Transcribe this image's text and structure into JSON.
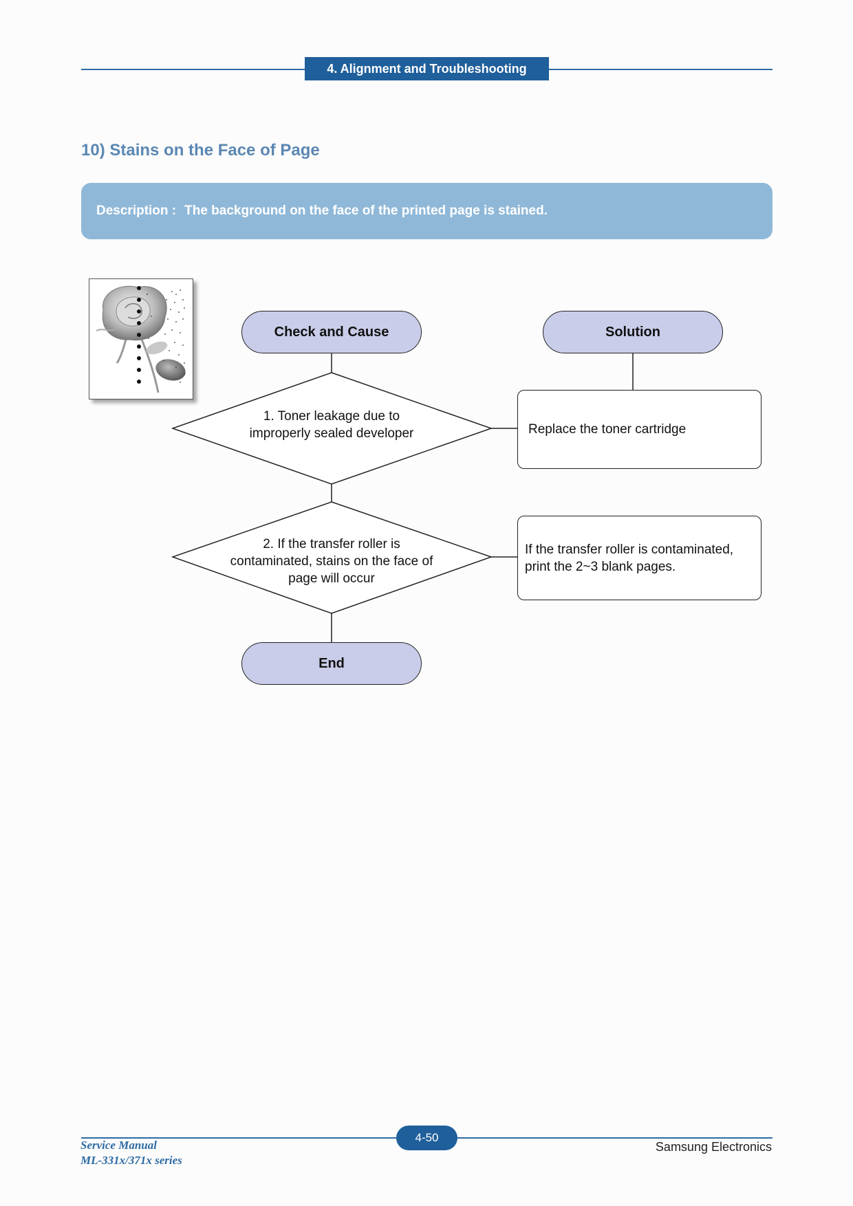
{
  "header": {
    "tab_label": "4. Alignment and Troubleshooting"
  },
  "section": {
    "title": "10) Stains on the Face of Page"
  },
  "description": {
    "label": "Description :",
    "text": "The background on the face of the printed page is stained."
  },
  "flowchart": {
    "check_header": "Check and Cause",
    "solution_header": "Solution",
    "causes": [
      {
        "lines": [
          "1. Toner leakage due to",
          "improperly sealed developer"
        ]
      },
      {
        "lines": [
          "2. If the transfer roller is",
          "contaminated, stains on the face of",
          "page will occur"
        ]
      }
    ],
    "solutions": [
      {
        "lines": [
          "Replace the toner cartridge"
        ]
      },
      {
        "lines": [
          "If the transfer roller is contaminated,",
          "print the 2~3 blank pages."
        ]
      }
    ],
    "end_label": "End"
  },
  "footer": {
    "manual_line1": "Service Manual",
    "manual_line2": "ML-331x/371x series",
    "page_number": "4-50",
    "company": "Samsung Electronics"
  },
  "colors": {
    "brand_blue": "#1f5f9b",
    "description_bg": "#8fb8d8",
    "terminal_fill": "#c9cde9"
  }
}
